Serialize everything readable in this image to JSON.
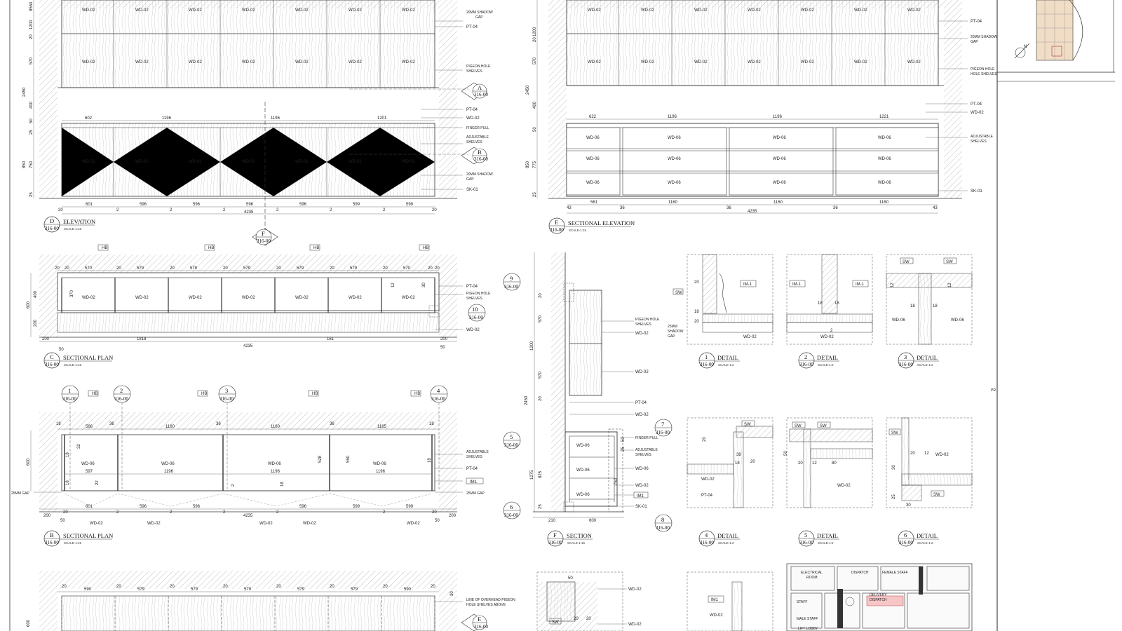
{
  "views": {
    "D": {
      "letter": "D",
      "ref": "316-00",
      "title": "ELEVATION",
      "scale": "SCALE-1:15"
    },
    "E": {
      "letter": "E",
      "ref": "316-00",
      "title": "SECTIONAL ELEVATION",
      "scale": "SCALE-1:15"
    },
    "C": {
      "letter": "C",
      "ref": "316-00",
      "title": "SECTIONAL PLAN",
      "scale": "SCALE-1:15"
    },
    "B": {
      "letter": "B",
      "ref": "316-00",
      "title": "SECTIONAL PLAN",
      "scale": "SCALE-1:15"
    },
    "F": {
      "letter": "F",
      "ref": "316-00",
      "title": "SECTION",
      "scale": "SCALE-1:15"
    },
    "d1": {
      "letter": "1",
      "ref": "316-00",
      "title": "DETAIL",
      "scale": "SCALE-1:2"
    },
    "d2": {
      "letter": "2",
      "ref": "316-00",
      "title": "DETAIL",
      "scale": "SCALE-1:2"
    },
    "d3": {
      "letter": "3",
      "ref": "316-00",
      "title": "DETAIL",
      "scale": "SCALE-1:2"
    },
    "d4": {
      "letter": "4",
      "ref": "316-00",
      "title": "DETAIL",
      "scale": "SCALE-1:2"
    },
    "d5": {
      "letter": "5",
      "ref": "316-00",
      "title": "DETAIL",
      "scale": "SCALE-1:2"
    },
    "d6": {
      "letter": "6",
      "ref": "316-00",
      "title": "DETAIL",
      "scale": "SCALE-1:2"
    }
  },
  "callouts": {
    "A": "A",
    "B": "B",
    "F": "F",
    "E": "E",
    "c1": "1",
    "c2": "2",
    "c3": "3",
    "c4": "4",
    "c5": "5",
    "c6": "6",
    "c7": "7",
    "c8": "8",
    "c9": "9",
    "c10": "10",
    "ref": "316-00"
  },
  "materials": {
    "wd02": "WD-02",
    "wd06": "WD-06",
    "pt04": "PT-04",
    "sk01": "SK-01",
    "im1": "IM-1",
    "IM1": "IM1",
    "hb": "HB",
    "sw": "SW"
  },
  "notes": {
    "shadow20a": "20MM SHADOW",
    "shadow20b": "GAP",
    "pigeon_a": "PIGEON HOLE",
    "pigeon_b": "SHELVES",
    "pigeon_hole_shelves": "HOLE SHELVES",
    "finger": "FINGER PULL",
    "adjust_a": "ADJUSTABLE",
    "adjust_b": "SHELVES",
    "gap25": "25MM GAP",
    "shadow25a": "25MM",
    "shadow25b": "SHADOW",
    "shadow25c": "GAP",
    "overhead_a": "LINE OF OVERHEAD PIGEON",
    "overhead_b": "HOLE SHELVES ABOVE",
    "pr": "PR"
  },
  "dims": {
    "D_top": [
      "602",
      "1196",
      "1196",
      "1201"
    ],
    "D_bot": [
      "601",
      "596",
      "596",
      "596",
      "596",
      "599",
      "599"
    ],
    "D_total": "4235",
    "D_gaps": [
      "20",
      "2",
      "2",
      "2",
      "2",
      "2",
      "2",
      "20"
    ],
    "D_vert": [
      "8550",
      "1200",
      "20",
      "570",
      "2450",
      "400",
      "50",
      "25",
      "850",
      "750",
      "25"
    ],
    "E_top": [
      "622",
      "1196",
      "1196",
      "1221"
    ],
    "E_bot": [
      "43",
      "561",
      "36",
      "1160",
      "36",
      "1160",
      "36",
      "1160",
      "43"
    ],
    "E_total": "4235",
    "E_vert": [
      "1200",
      "20",
      "570",
      "2450",
      "400",
      "50",
      "775",
      "850",
      "25"
    ],
    "C_top": [
      "20",
      "20",
      "570",
      "20",
      "579",
      "20",
      "579",
      "20",
      "579",
      "20",
      "579",
      "20",
      "579",
      "20",
      "570",
      "20",
      "20"
    ],
    "C_bot": [
      "200",
      "1818",
      "4235",
      "161",
      "200",
      "50",
      "50"
    ],
    "C_vert": [
      "600",
      "400",
      "200",
      "370",
      "12",
      "30"
    ],
    "B_top": [
      "18",
      "566",
      "36",
      "1160",
      "36",
      "1160",
      "36",
      "1165",
      "18"
    ],
    "B_mid": [
      "597",
      "1196",
      "1196",
      "1196"
    ],
    "B_bot": [
      "200",
      "20",
      "601",
      "2",
      "596",
      "2",
      "596",
      "2",
      "4235",
      "596",
      "2",
      "599",
      "2",
      "599",
      "20",
      "200",
      "50",
      "50"
    ],
    "B_vert": [
      "600",
      "18",
      "32",
      "18",
      "22",
      "528",
      "550",
      "2",
      "18",
      "18"
    ],
    "F_vert": [
      "20",
      "570",
      "1200",
      "570",
      "2450",
      "20",
      "1275",
      "825",
      "25"
    ],
    "F_bot": [
      "210",
      "600"
    ],
    "F_side": [
      "750",
      "50",
      "25"
    ],
    "det": [
      "20",
      "18",
      "20",
      "20",
      "2",
      "18",
      "18",
      "12",
      "38",
      "20",
      "12",
      "80",
      "50",
      "20",
      "30",
      "25",
      "20",
      "12"
    ],
    "A_top": [
      "20",
      "590",
      "20",
      "579",
      "20",
      "579",
      "20",
      "579",
      "20",
      "579",
      "20",
      "579",
      "20",
      "590",
      "20"
    ],
    "A_vert": [
      "600",
      "30"
    ]
  },
  "plan": {
    "north": "N",
    "rooms": [
      "ELECTRICAL",
      "ROOM",
      "DISPATCH",
      "FEMALE STAFF",
      "DELIVERY",
      "DISPATCH",
      "STAFF",
      "MALE STAFF",
      "LIFT LOBBY"
    ]
  }
}
